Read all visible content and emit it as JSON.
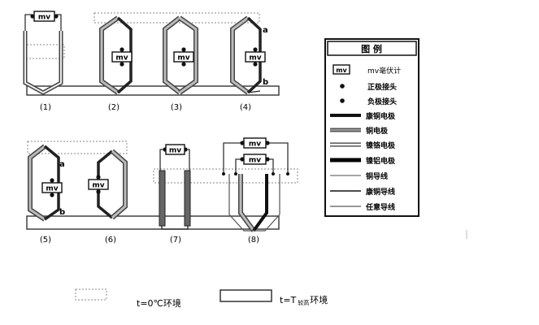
{
  "meter_label": "mv",
  "cases": [
    "(1)",
    "(2)",
    "(3)",
    "(4)",
    "(5)",
    "(6)",
    "(7)",
    "(8)"
  ],
  "point_labels": {
    "a": "a",
    "b": "b"
  },
  "legend": {
    "title": "图  例",
    "items": [
      {
        "label": "mv毫伏计",
        "icon": "meter-icon"
      },
      {
        "label": "正极接头",
        "icon": "dot-icon"
      },
      {
        "label": "负极接头",
        "icon": "dot-icon"
      },
      {
        "label": "康铜电极",
        "icon": "line-constantan-icon"
      },
      {
        "label": "铜电极",
        "icon": "line-copper-icon"
      },
      {
        "label": "镍铬电极",
        "icon": "line-nichrome-icon"
      },
      {
        "label": "镍铝电极",
        "icon": "line-nickel-aluminium-icon"
      },
      {
        "label": "铜导线",
        "icon": "line-copper-wire-icon"
      },
      {
        "label": "康铜导线",
        "icon": "line-constantan-wire-icon"
      },
      {
        "label": "任意导线",
        "icon": "line-any-wire-icon"
      }
    ]
  },
  "environments": {
    "cold": "t=0℃环境",
    "hot_prefix": "t=T",
    "hot_sub": "较高",
    "hot_suffix": "环境"
  },
  "colors": {
    "line": "#222222",
    "copper": "#6a6a6a",
    "cold_box": "#888888",
    "hot_box": "#333333"
  }
}
